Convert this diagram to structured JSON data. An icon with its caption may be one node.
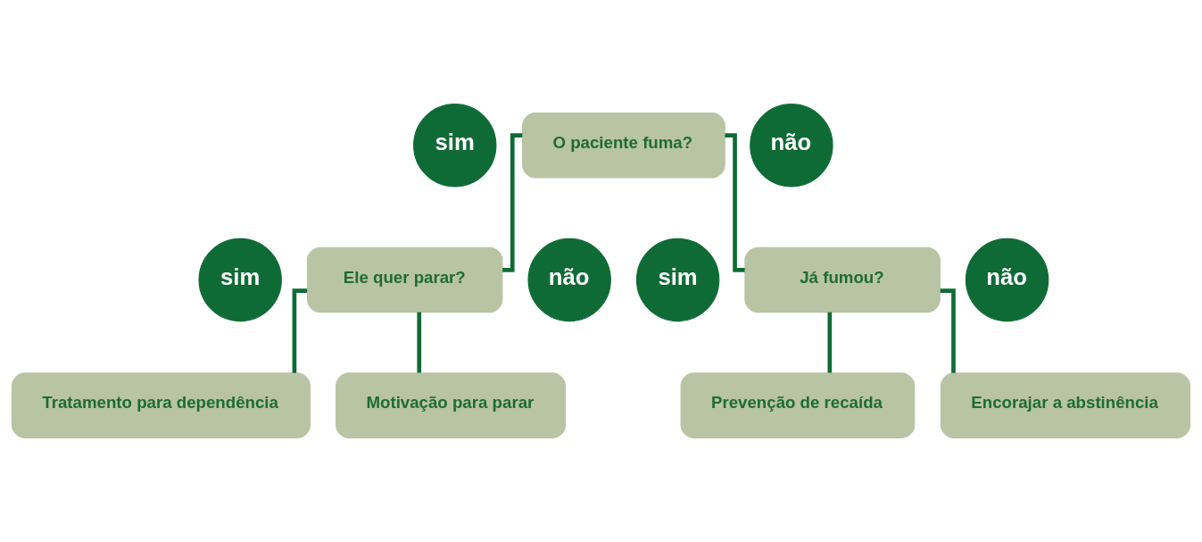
{
  "diagram": {
    "nodes": [
      {
        "text": [
          "O paciente fuma?"
        ]
      },
      {
        "text": [
          "sim"
        ]
      },
      {
        "text": [
          "não"
        ]
      },
      {
        "text": [
          "Ele quer parar?"
        ]
      },
      {
        "text": [
          "sim"
        ]
      },
      {
        "text": [
          "não"
        ]
      },
      {
        "text": [
          "Já fumou?"
        ]
      },
      {
        "text": [
          "sim"
        ]
      },
      {
        "text": [
          "não"
        ]
      },
      {
        "text": [
          "Tratamento para dependência"
        ]
      },
      {
        "text": [
          "Motivação para parar"
        ]
      },
      {
        "text": [
          "Prevenção de recaída"
        ]
      },
      {
        "text": [
          "Encorajar a abstinência"
        ]
      }
    ],
    "edges": [
      {
        "from": 0,
        "to": 3,
        "arrow": "none"
      },
      {
        "from": 0,
        "to": 6,
        "arrow": "none"
      },
      {
        "from": 3,
        "to": 9,
        "arrow": "none"
      },
      {
        "from": 3,
        "to": 10,
        "arrow": "none"
      },
      {
        "from": 6,
        "to": 11,
        "arrow": "none"
      },
      {
        "from": 6,
        "to": 12,
        "arrow": "none"
      }
    ]
  }
}
